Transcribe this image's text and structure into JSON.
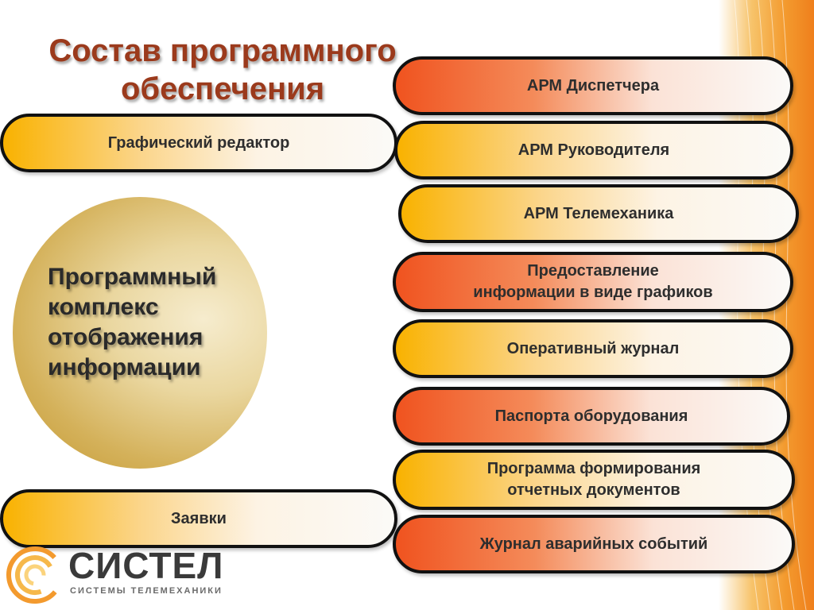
{
  "title": "Состав программного обеспечения",
  "left_pills": {
    "graphic_editor": "Графический редактор",
    "requests": "Заявки"
  },
  "circle_text": "Программный комплекс отображения информации",
  "right_pills": [
    {
      "label": "АРМ Диспетчера",
      "style": "orange"
    },
    {
      "label": "АРМ Руководителя",
      "style": "yellow"
    },
    {
      "label": "АРМ Телемеханика",
      "style": "yellow"
    },
    {
      "label": "Предоставление\nинформации в виде графиков",
      "style": "orange"
    },
    {
      "label": "Оперативный журнал",
      "style": "yellow"
    },
    {
      "label": "Паспорта  оборудования",
      "style": "orange"
    },
    {
      "label": "Программа формирования\nотчетных документов",
      "style": "yellow"
    },
    {
      "label": "Журнал аварийных событий",
      "style": "orange"
    }
  ],
  "logo": {
    "name": "СИСТЕЛ",
    "subtitle": "СИСТЕМЫ ТЕЛЕМЕХАНИКИ"
  },
  "colors": {
    "title": "#9b3a1c",
    "orange_accent": "#f0531f",
    "yellow_accent": "#f9b200",
    "logo_orange": "#f39a2e"
  }
}
